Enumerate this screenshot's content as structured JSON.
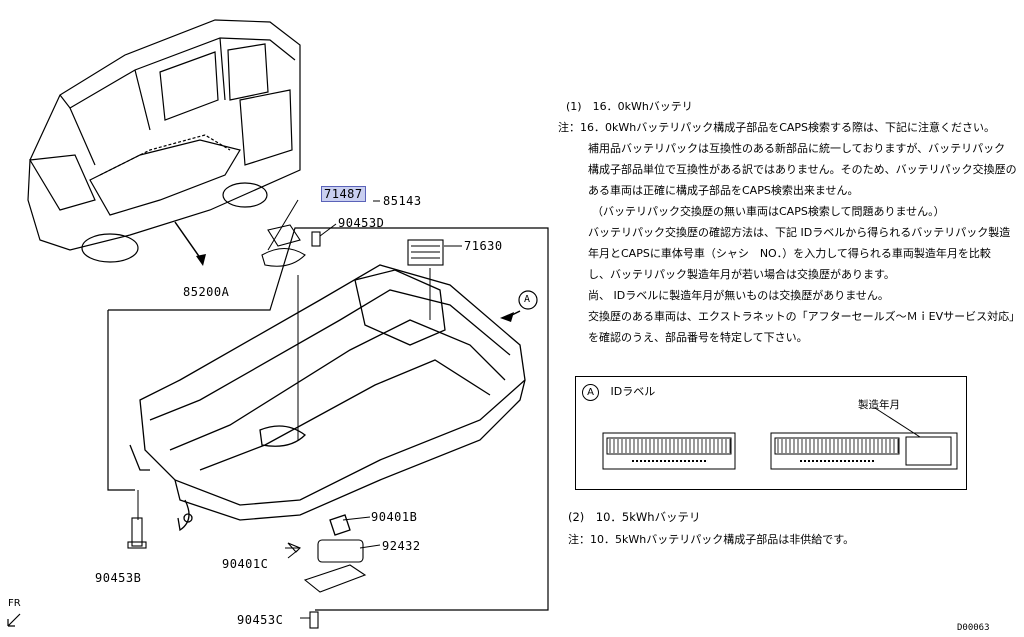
{
  "parts": {
    "p71487": "71487",
    "p85143": "85143",
    "p90453D": "90453D",
    "p71630": "71630",
    "p85200A": "85200A",
    "p90401B": "90401B",
    "p92432": "92432",
    "p90401C": "90401C",
    "p90453B": "90453B",
    "p90453C": "90453C"
  },
  "callout_marker": "A",
  "notes": {
    "section1_title": "(1)　16．0kWhバッテリ",
    "lines": [
      "注：16．0kWhバッテリパック構成子部品をCAPS検索する際は、下記に注意ください。",
      "補用品バッテリパックは互換性のある新部品に統一しておりますが、バッテリパック",
      "構成子部品単位で互換性がある訳ではありません。そのため、バッテリパック交換歴の",
      "ある車両は正確に構成子部品をCAPS検索出来ません。",
      "（バッテリパック交換歴の無い車両はCAPS検索して問題ありません。）",
      "バッテリパック交換歴の確認方法は、下記 IDラベルから得られるバッテリパック製造",
      "年月とCAPSに車体号車（シャシ　NO．）を入力して得られる車両製造年月を比較",
      "し、バッテリパック製造年月が若い場合は交換歴があります。",
      "尚、 IDラベルに製造年月が無いものは交換歴がありません。",
      "交換歴のある車両は、エクストラネットの「アフターセールズ～ＭｉEVサービス対応」",
      "を確認のうえ、部品番号を特定して下さい。"
    ],
    "id_label_title": "IDラベル",
    "manufacture_date_label": "製造年月",
    "section2_title": "(2)　10．5kWhバッテリ",
    "section2_note": "注：10．5kWhバッテリパック構成子部品は非供給です。"
  },
  "orientation": "FR",
  "diagram_code": "D00063",
  "colors": {
    "highlight_fill": "#c9cff0",
    "highlight_border": "#5a62b8",
    "line": "#000000"
  }
}
